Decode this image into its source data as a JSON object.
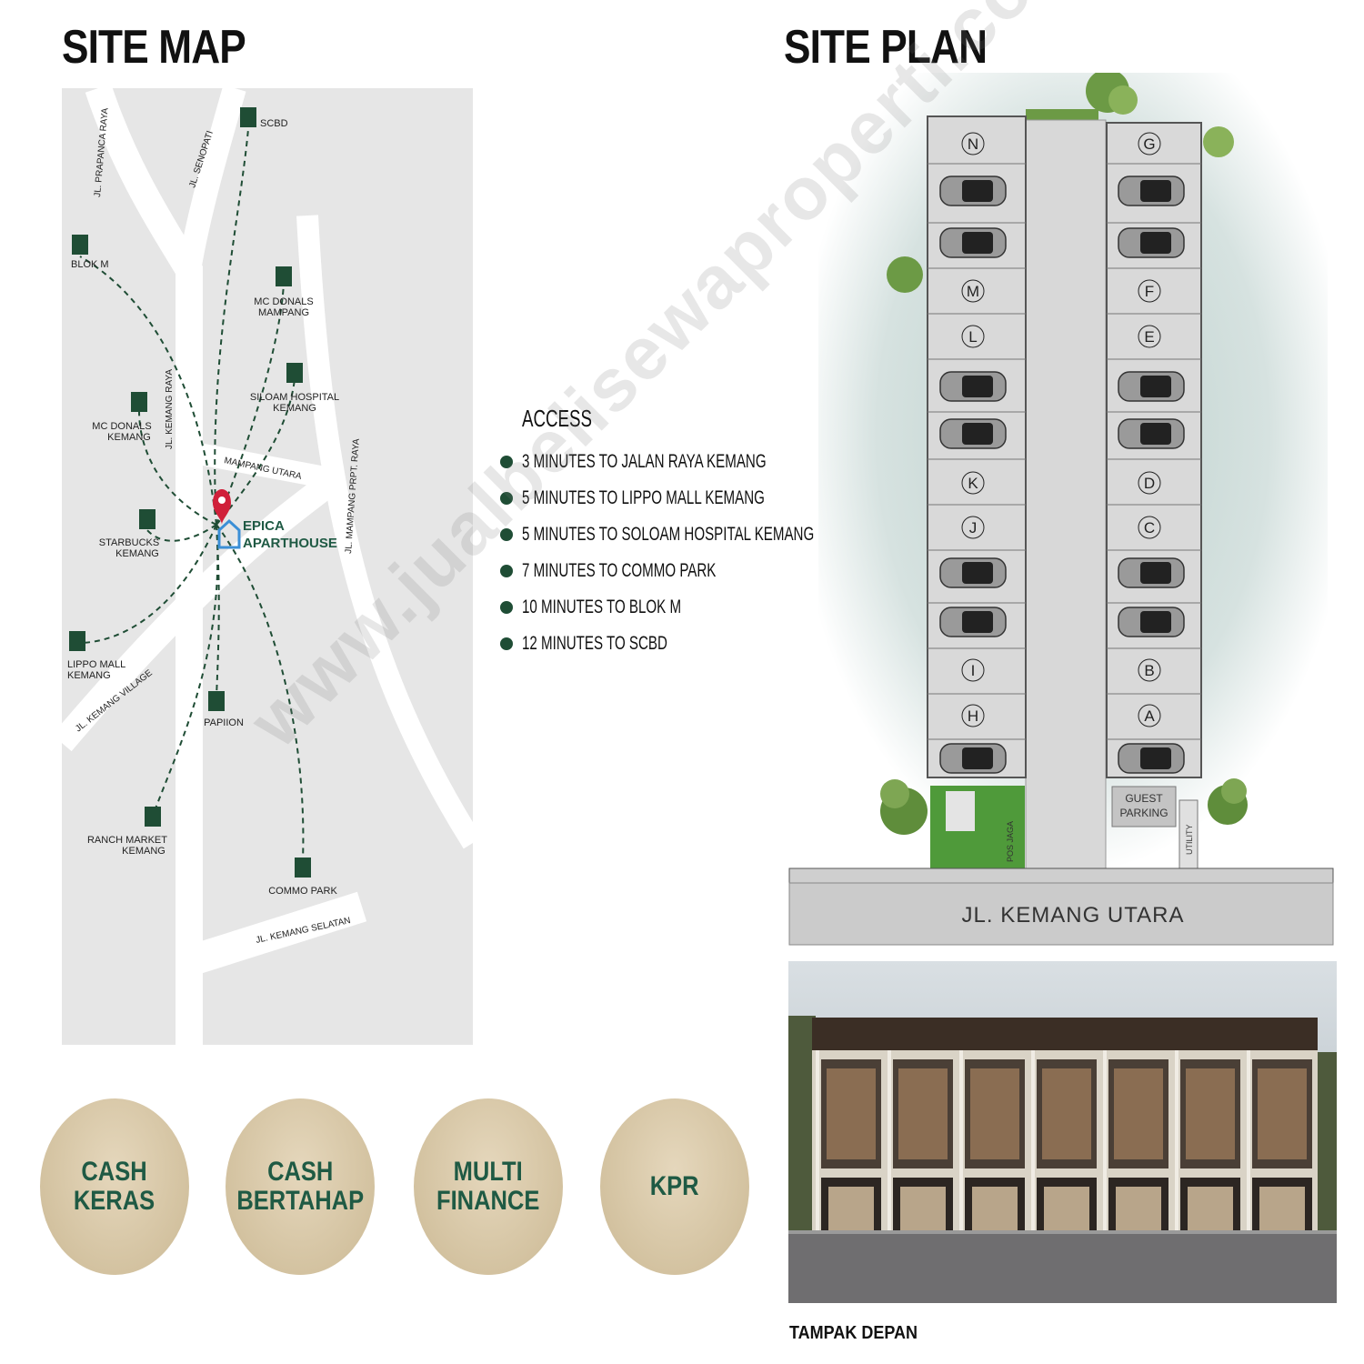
{
  "site_map": {
    "title": "SITE MAP",
    "project_line1": "EPICA",
    "project_line2": "APARTHOUSE",
    "roads": {
      "prapanca": "JL. PRAPANCA RAYA",
      "senopati": "JL. SENOPATI",
      "kemang_raya": "JL. KEMANG RAYA",
      "mampang_utara": "MAMPANG UTARA",
      "mampang_prpt": "JL. MAMPANG PRPT. RAYA",
      "kemang_village": "JL. KEMANG VILLAGE",
      "kemang_selatan": "JL. KEMANG SELATAN"
    },
    "landmarks": {
      "scbd": "SCBD",
      "blok_m": "BLOK M",
      "mcd_mampang_1": "MC DONALS",
      "mcd_mampang_2": "MAMPANG",
      "siloam_1": "SILOAM HOSPITAL",
      "siloam_2": "KEMANG",
      "mcd_kemang_1": "MC DONALS",
      "mcd_kemang_2": "KEMANG",
      "starbucks_1": "STARBUCKS",
      "starbucks_2": "KEMANG",
      "lippo_1": "LIPPO MALL",
      "lippo_2": "KEMANG",
      "papiion": "PAPIION",
      "ranch_1": "RANCH MARKET",
      "ranch_2": "KEMANG",
      "commo": "COMMO PARK"
    }
  },
  "access": {
    "title": "ACCESS",
    "items": [
      "3 MINUTES TO JALAN RAYA KEMANG",
      "5 MINUTES TO LIPPO MALL KEMANG",
      "5 MINUTES TO SOLOAM HOSPITAL KEMANG",
      "7 MINUTES TO COMMO PARK",
      "10 MINUTES TO BLOK M",
      "12 MINUTES TO SCBD"
    ]
  },
  "payment_options": [
    "CASH\nKERAS",
    "CASH\nBERTAHAP",
    "MULTI\nFINANCE",
    "KPR"
  ],
  "site_plan": {
    "title": "SITE PLAN",
    "left_units": [
      "N",
      "M",
      "L",
      "K",
      "J",
      "I",
      "H"
    ],
    "right_units": [
      "G",
      "F",
      "E",
      "D",
      "C",
      "B",
      "A"
    ],
    "guest_parking_1": "GUEST",
    "guest_parking_2": "PARKING",
    "utility": "UTILITY",
    "pos_jaga": "POS JAGA",
    "street": "JL. KEMANG UTARA"
  },
  "facade_caption": "TAMPAK DEPAN",
  "watermark": "www.jualbelisewaproperti.com",
  "colors": {
    "marker_green": "#1f4d35",
    "map_bg": "#e6e6e6",
    "road": "#ffffff",
    "pin_red": "#d0203a",
    "logo_blue": "#3b8fd6",
    "payment_text": "#1f5a44",
    "payment_circle": "#d3c2a0"
  }
}
